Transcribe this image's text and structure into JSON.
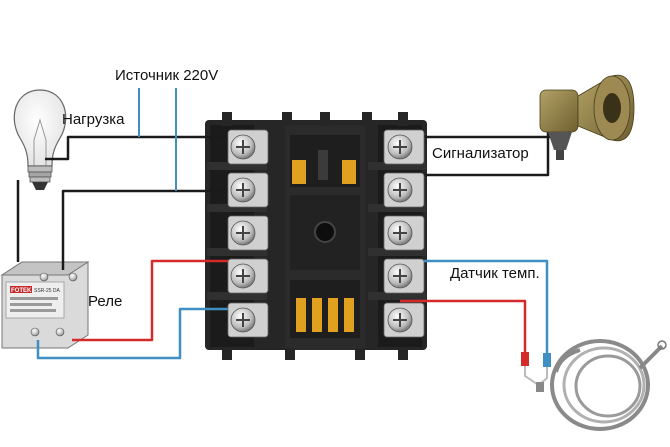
{
  "labels": {
    "source": "Источник 220V",
    "load": "Нагрузка",
    "alarm": "Сигнализатор",
    "sensor": "Датчик темп.",
    "relay": "Реле"
  },
  "relay_marking": {
    "brand": "FOTEK",
    "model": "SSR-25 DA"
  },
  "colors": {
    "wire_black": "#1a1a1a",
    "wire_blue": "#3f8fc2",
    "wire_red": "#d42a2a",
    "controller_body": "#262626",
    "alarm_horn": "#8c7a45"
  },
  "icons": [
    "light-bulb-icon",
    "solid-state-relay-icon",
    "controller-socket-icon",
    "alarm-horn-icon",
    "thermocouple-sensor-icon"
  ]
}
